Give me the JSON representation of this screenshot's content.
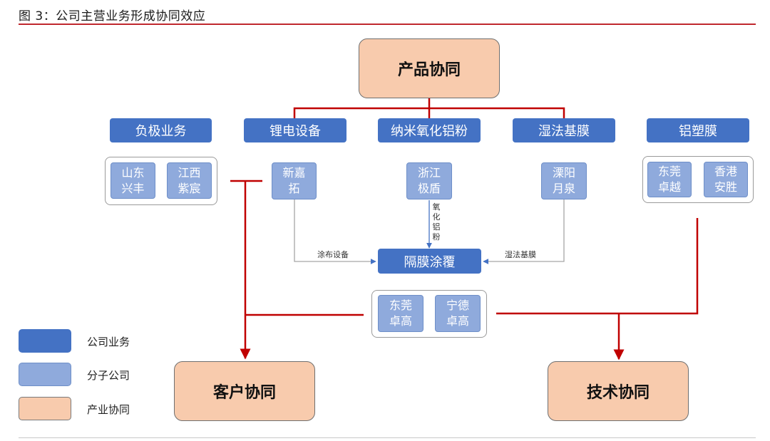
{
  "caption": "图 3：公司主营业务形成协同效应",
  "synergies": {
    "product": "产品协同",
    "customer": "客户协同",
    "technology": "技术协同"
  },
  "businesses": {
    "anode": "负极业务",
    "equipment": "锂电设备",
    "alumina": "纳米氧化铝粉",
    "wet_membrane": "湿法基膜",
    "aluminum_film": "铝塑膜",
    "coating": "隔膜涂覆"
  },
  "subsidiaries": {
    "shandong_xingfeng": "山东\n兴丰",
    "jiangxi_zichen": "江西\n紫宸",
    "xinjiatuo": "新嘉\n拓",
    "zhejiang_jidun": "浙江\n极盾",
    "liyang_yuequan": "溧阳\n月泉",
    "dongguan_zhuoyue": "东莞\n卓越",
    "xianggang_ansheng": "香港\n安胜",
    "dongguan_zhuogao": "东莞\n卓高",
    "ningde_zhuogao": "宁德\n卓高"
  },
  "edge_labels": {
    "coating_equipment": "涂布设备",
    "alumina_powder": "氧\n化\n铝\n粉",
    "wet_membrane": "湿法基膜"
  },
  "legend": {
    "items": [
      {
        "label": "公司业务",
        "color": "#4472c4"
      },
      {
        "label": "分子公司",
        "color": "#8faadc"
      },
      {
        "label": "产业协同",
        "color": "#f8cbad"
      }
    ]
  },
  "colors": {
    "connector_red": "#c00000",
    "connector_gray": "#a6a6a6",
    "arrow_blue": "#4472c4"
  }
}
